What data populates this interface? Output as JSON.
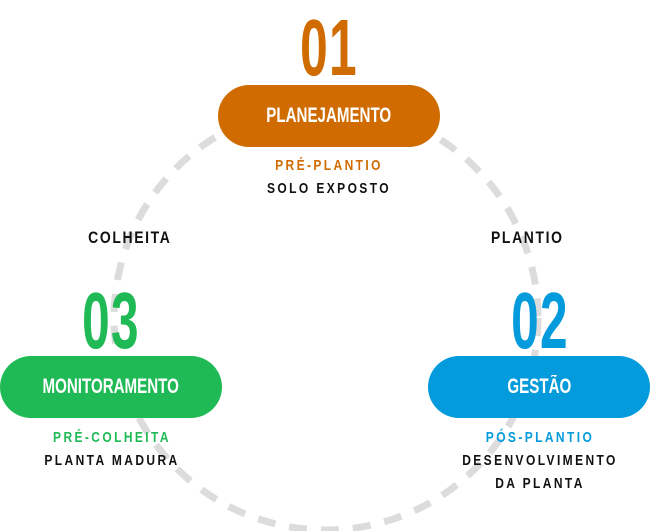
{
  "colors": {
    "orange": "#D06B00",
    "blue": "#039BDB",
    "green": "#1FBA55",
    "ring": "#DCDCDC",
    "text": "#111111"
  },
  "stages": [
    {
      "number": "01",
      "title": "PLANEJAMENTO",
      "phase": "PRÉ-PLANTIO",
      "description": [
        "SOLO EXPOSTO"
      ]
    },
    {
      "number": "02",
      "title": "GESTÃO",
      "phase": "PÓS-PLANTIO",
      "description": [
        "DESENVOLVIMENTO",
        "DA PLANTA"
      ]
    },
    {
      "number": "03",
      "title": "MONITORAMENTO",
      "phase": "PRÉ-COLHEITA",
      "description": [
        "PLANTA MADURA"
      ]
    }
  ],
  "transitions": {
    "left": "COLHEITA",
    "right": "PLANTIO"
  }
}
